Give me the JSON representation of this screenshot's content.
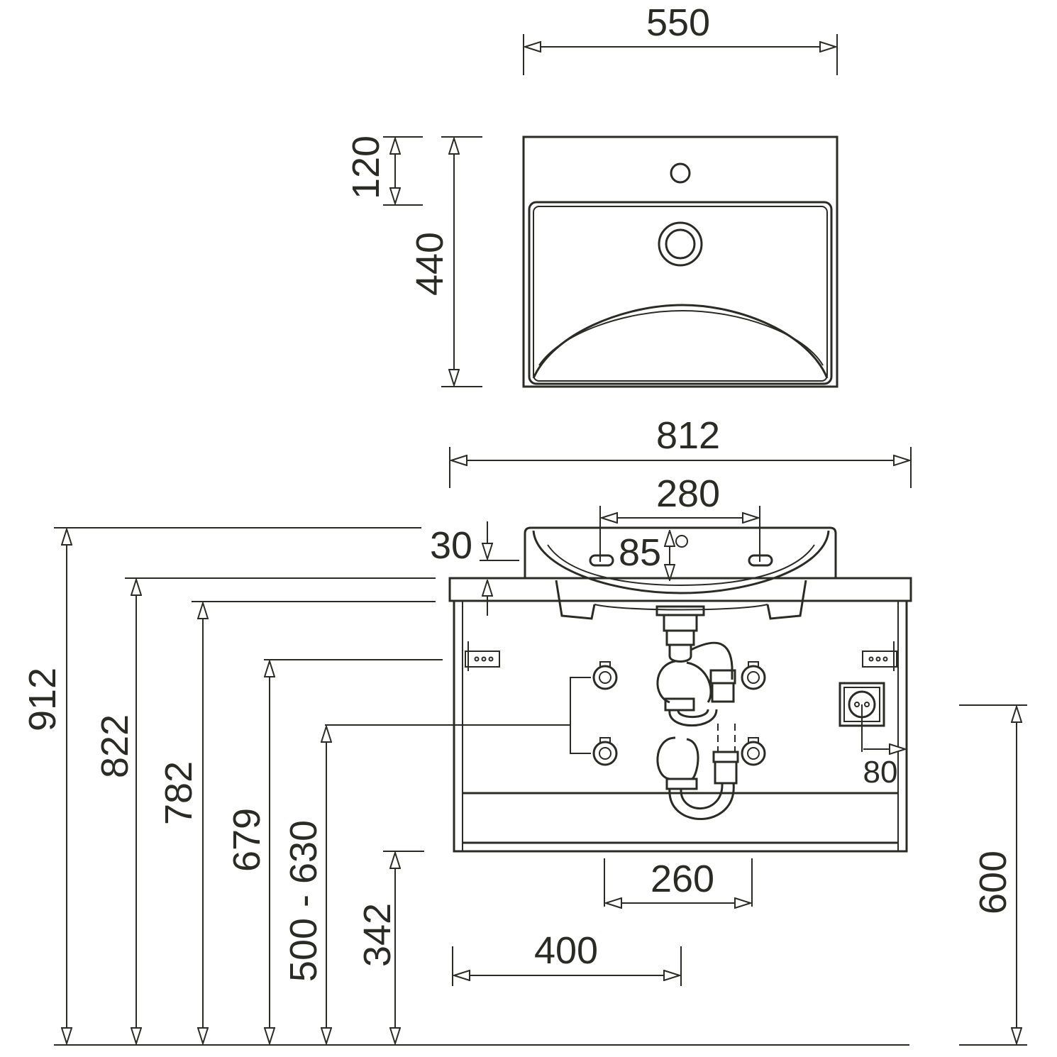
{
  "dimensions": {
    "basin_width": "550",
    "basin_depth": "440",
    "tap_offset": "120",
    "cabinet_width": "812",
    "mount_spacing_top": "280",
    "basin_rim": "30",
    "bowl_depth": "85",
    "total_height": "912",
    "cabinet_top_height": "822",
    "cabinet_body_height": "782",
    "upper_pipe_height": "679",
    "drain_range": "500 - 630",
    "cabinet_bottom_height": "342",
    "drain_spacing": "260",
    "side_offset": "400",
    "socket_offset": "80",
    "socket_height": "600"
  }
}
